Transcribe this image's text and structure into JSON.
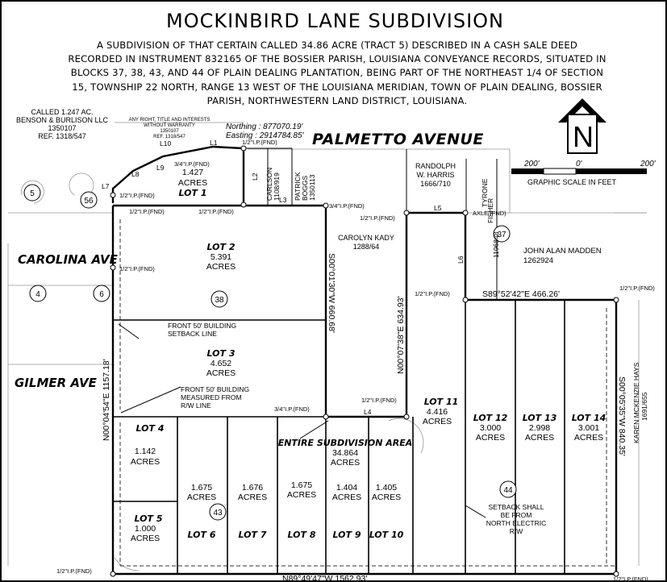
{
  "title": "MOCKINBIRD LANE SUBDIVISION",
  "description": [
    "A SUBDIVISION OF THAT CERTAIN CALLED 34.86 ACRE (TRACT 5) DESCRIBED IN A CASH SALE DEED",
    "RECORDED IN INSTRUMENT 832165 OF THE BOSSIER PARISH, LOUISIANA CONVEYANCE RECORDS, SITUATED IN",
    "BLOCKS 37, 38, 43, AND 44 OF PLAIN DEALING PLANTATION, BEING PART OF THE NORTHEAST 1/4 OF SECTION",
    "15, TOWNSHIP 22 NORTH, RANGE 13 WEST OF THE LOUISIANA MERIDIAN, TOWN OF PLAIN DEALING, BOSSIER",
    "PARISH, NORTHWESTERN LAND DISTRICT, LOUISIANA."
  ],
  "streets": {
    "palmetto": "PALMETTO AVENUE",
    "carolina": "CAROLINA AVE",
    "gilmer": "GILMER AVE"
  },
  "coordinates": {
    "northing": "Northing : 877070.19'",
    "easting": "Easting : 2914784.85'"
  },
  "north_arrow": {
    "letter": "N"
  },
  "scale": {
    "left": "200'",
    "middle": "0'",
    "right": "200'",
    "caption": "GRAPHIC SCALE IN FEET"
  },
  "adjoiners": {
    "benson": [
      "CALLED 1.247 AC.",
      "BENSON & BURLISON LLC",
      "1350107",
      "REF. 1318/547"
    ],
    "tiny_note": [
      "ANY RIGHT, TITLE AND INTERESTS",
      "WITHOUT WARRANTY",
      "1350107",
      "REF. 1318/547"
    ],
    "carlson": [
      "CARLSON",
      "1108/919"
    ],
    "patrick": [
      "PATRICK",
      "BOGGS",
      "1350113"
    ],
    "randolph": [
      "RANDOLPH",
      "W. HARRIS",
      "1666/710"
    ],
    "kady": [
      "CAROLYN KADY",
      "1288/64"
    ],
    "tyrone": [
      "TYRONE",
      "FISHER",
      "1196848"
    ],
    "madden": [
      "JOHN ALAN MADDEN",
      "1262924"
    ],
    "hays": [
      "KAREN MCKENZIE HAYS",
      "1691/655"
    ]
  },
  "block_numbers": [
    "5",
    "56",
    "4",
    "6",
    "38",
    "37",
    "43",
    "44"
  ],
  "lots": {
    "lot1": {
      "name": "LOT 1",
      "size": "1.427",
      "unit": "ACRES"
    },
    "lot2": {
      "name": "LOT 2",
      "size": "5.391",
      "unit": "ACRES"
    },
    "lot3": {
      "name": "LOT 3",
      "size": "4.652",
      "unit": "ACRES"
    },
    "lot4": {
      "name": "LOT 4",
      "size": "1.142",
      "unit": "ACRES"
    },
    "lot5": {
      "name": "LOT 5",
      "size": "1.000",
      "unit": "ACRES"
    },
    "lot6": {
      "name": "LOT 6",
      "size": "1.675",
      "unit": "ACRES"
    },
    "lot7": {
      "name": "LOT 7",
      "size": "1.676",
      "unit": "ACRES"
    },
    "lot8": {
      "name": "LOT 8",
      "size": "1.675",
      "unit": "ACRES"
    },
    "lot9": {
      "name": "LOT 9",
      "size": "1.404",
      "unit": "ACRES"
    },
    "lot10": {
      "name": "LOT 10",
      "size": "1.405",
      "unit": "ACRES"
    },
    "lot11": {
      "name": "LOT 11",
      "size": "4.416",
      "unit": "ACRES"
    },
    "lot12": {
      "name": "LOT 12",
      "size": "3.000",
      "unit": "ACRES"
    },
    "lot13": {
      "name": "LOT 13",
      "size": "2.998",
      "unit": "ACRES"
    },
    "lot14": {
      "name": "LOT 14",
      "size": "3.001",
      "unit": "ACRES"
    }
  },
  "entire": {
    "label": "ENTIRE SUBDIVISION AREA",
    "size": "34.864",
    "unit": "ACRES"
  },
  "bearings": {
    "west": "N00°04'54\"E  1157.18'",
    "mid1": "S00°01'30\"W  660.68'",
    "mid2": "N00°07'38\"E  634.93'",
    "north_right": "S89°52'42\"E   466.26'",
    "east": "S00°05'35\"W  840.35'",
    "south": "N89°49'47\"W   1562.93'"
  },
  "line_labels": [
    "L1",
    "L2",
    "L3",
    "L4",
    "L5",
    "L6",
    "L7",
    "L8",
    "L9",
    "L10"
  ],
  "monuments": {
    "m34a": "3/4\"I.P.(FND)",
    "m12a": "1/2\"I.P.(FND)",
    "m12b": "1/2\"I.P.(FND)",
    "m12c": "1/2\"I.P.(FND)",
    "m34b": "3/4\"I.P.(FND)",
    "m12d": "1/2\"I.P.(FND)",
    "axle": "AXLE (FND)",
    "m12e": "1/2\"I.P.(FND)",
    "m12f": "1/2\"I.P.(FND)",
    "m12g": "1/2\"I.P.(FND)",
    "m34c": "3/4\"I.P.(FND)",
    "m12h": "1/2\"I.P.(FND)",
    "m12i": "1/2\"I.P.(FND)",
    "m12j": "1/2\"I.P.(FND)",
    "m12k": "1/2\"I.P.(FND)"
  },
  "notes": {
    "setback1": [
      "FRONT 50' BUILDING",
      "SETBACK LINE"
    ],
    "setback2": [
      "FRONT 50' BUILDING",
      "MEASURED FROM",
      "R/W LINE"
    ],
    "setback3": [
      "SETBACK SHALL",
      "BE FROM",
      "NORTH ELECTRIC",
      "R/W"
    ]
  }
}
